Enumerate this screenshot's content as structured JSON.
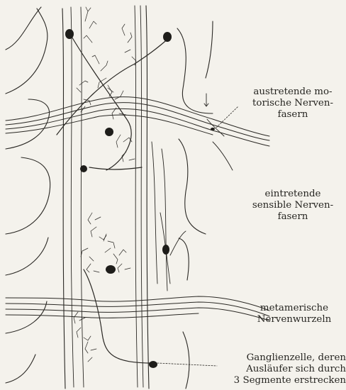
{
  "figure": {
    "labels": {
      "motor_fibers": [
        "austretende mo-",
        "torische Nerven-",
        "fasern"
      ],
      "sensory_fibers": [
        "eintretende",
        "sensible Nerven-",
        "fasern"
      ],
      "nerve_roots": [
        "metamerische",
        "Nervenwurzeln"
      ],
      "ganglion_cell": [
        "Ganglienzelle, deren",
        "Ausläufer sich durch",
        "3 Segmente erstrecken"
      ]
    },
    "colors": {
      "background": "#f4f2ec",
      "ink": "#1e1d1a"
    },
    "segments": 3
  }
}
